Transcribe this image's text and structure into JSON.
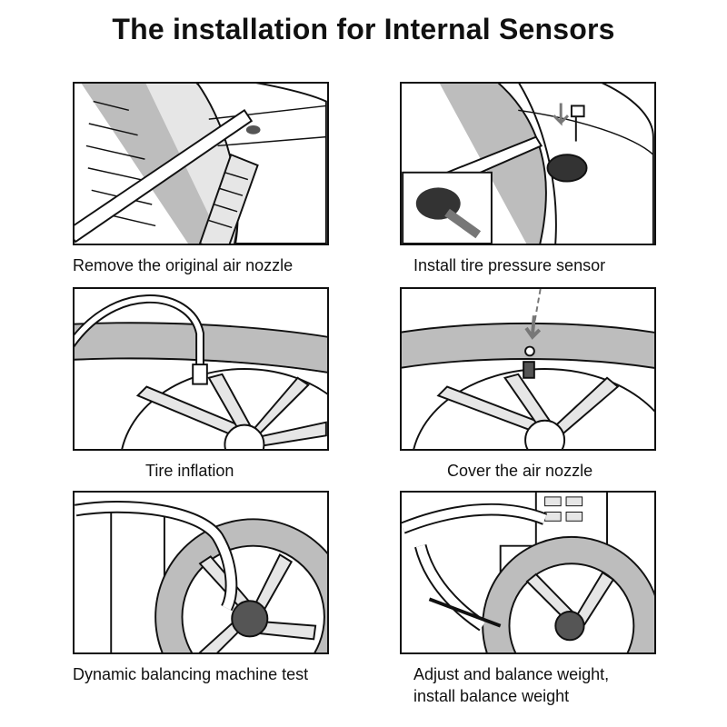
{
  "title": "The installation for Internal Sensors",
  "steps": [
    {
      "caption": "Remove the original air nozzle"
    },
    {
      "caption": "Install tire pressure sensor"
    },
    {
      "caption": "Tire inflation"
    },
    {
      "caption": "Cover the air nozzle"
    },
    {
      "caption": "Dynamic balancing machine test"
    },
    {
      "caption_line1": "Adjust and balance weight,",
      "caption_line2": "install balance weight"
    }
  ],
  "colors": {
    "line": "#111111",
    "shade": "#bdbdbd",
    "light": "#e6e6e6",
    "dark": "#555555"
  }
}
